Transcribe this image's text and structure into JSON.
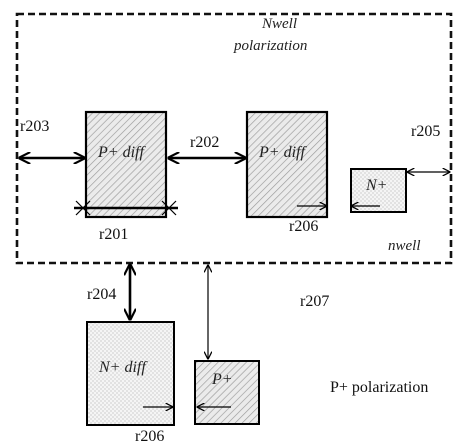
{
  "well": {
    "title_line1": "Nwell",
    "title_line2": "polarization",
    "corner_label": "nwell"
  },
  "blocks": {
    "pdiff_left": "P+ diff",
    "pdiff_right": "P+ diff",
    "nplus_small": "N+",
    "ndiff": "N+ diff",
    "pplus_small": "P+"
  },
  "rules": {
    "r203": "r203",
    "r202": "r202",
    "r205": "r205",
    "r201": "r201",
    "r206_upper": "r206",
    "r204": "r204",
    "r207": "r207",
    "r206_lower": "r206"
  },
  "outside": {
    "p_polarization": "P+ polarization"
  }
}
